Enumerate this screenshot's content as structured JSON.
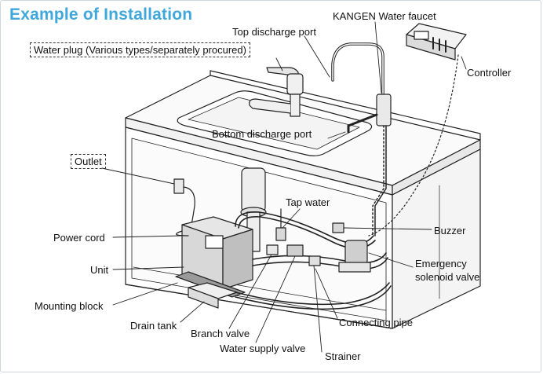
{
  "title": "Example of Installation",
  "labels": {
    "kangen_faucet": "KANGEN Water faucet",
    "top_discharge": "Top discharge port",
    "water_plug": "Water plug (Various types/separately procured)",
    "controller": "Controller",
    "bottom_discharge": "Bottom discharge port",
    "outlet": "Outlet",
    "tap_water": "Tap water",
    "buzzer": "Buzzer",
    "power_cord": "Power cord",
    "unit": "Unit",
    "emergency_1": "Emergency",
    "emergency_2": "solenoid valve",
    "mounting_block": "Mounting block",
    "connecting_pipe": "Connecting pipe",
    "drain_tank": "Drain tank",
    "branch_valve": "Branch valve",
    "water_supply_valve": "Water supply valve",
    "strainer": "Strainer"
  },
  "colors": {
    "title": "#3fa7dc",
    "line": "#222222"
  }
}
